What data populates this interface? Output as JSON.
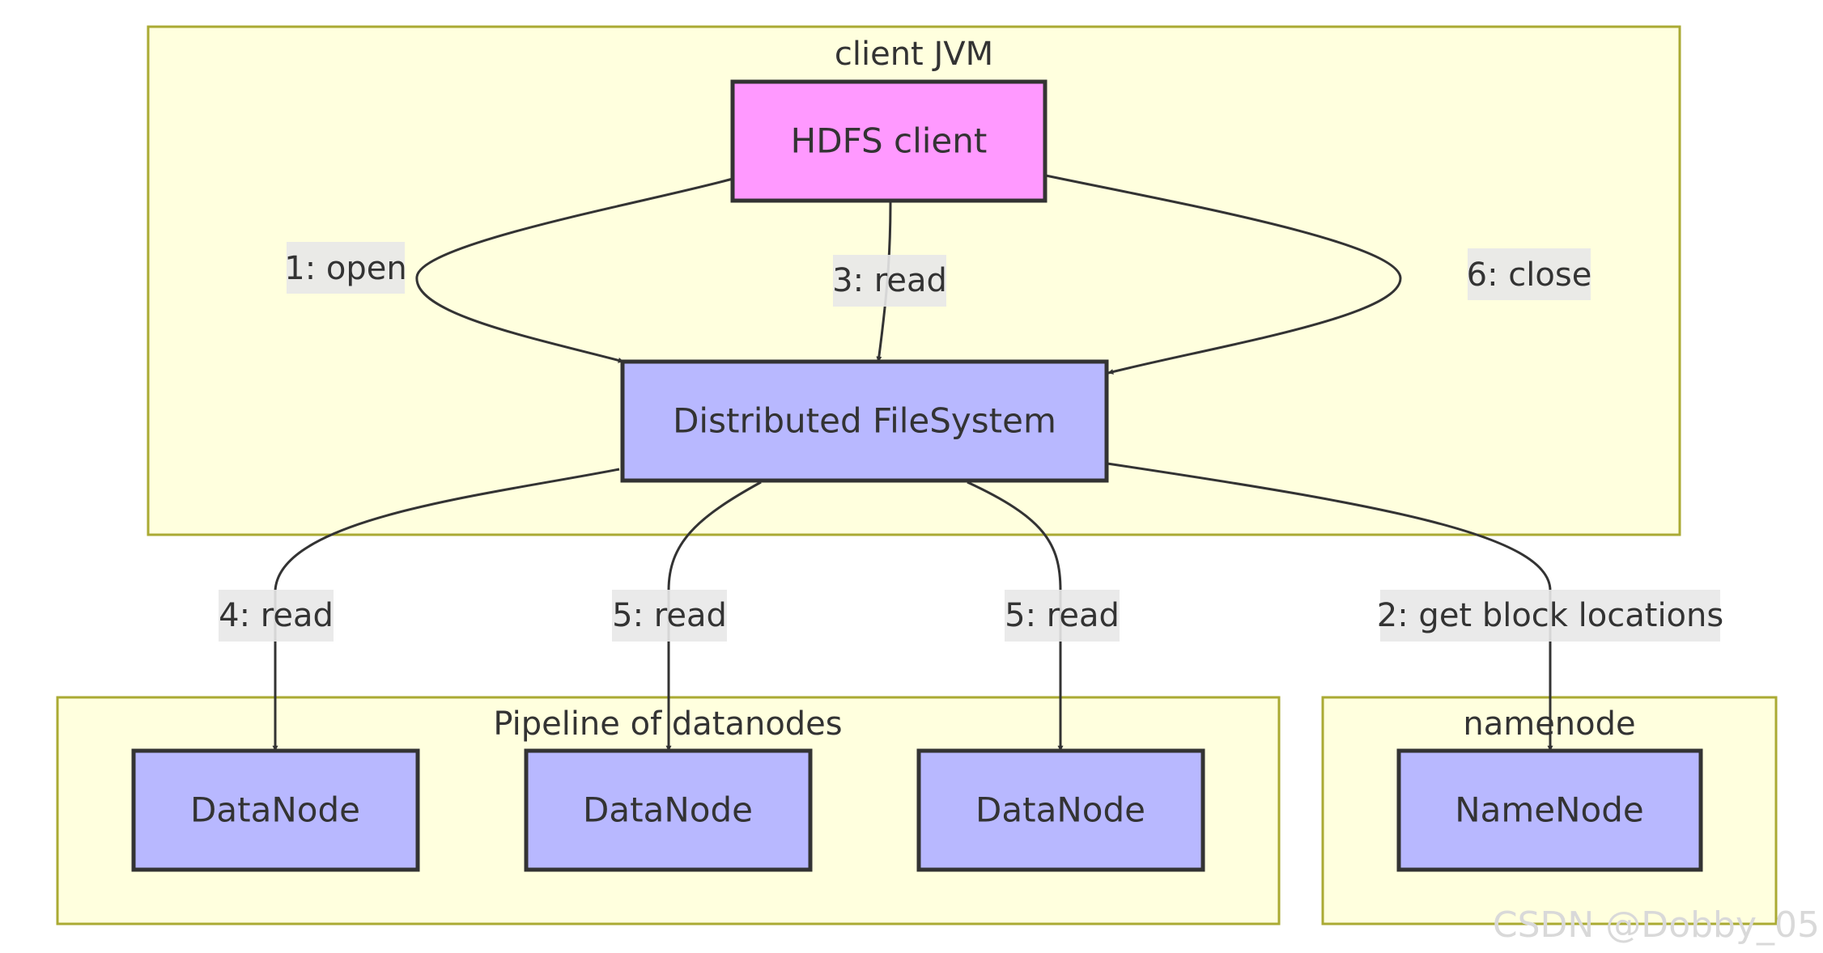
{
  "colors": {
    "cluster_fill": "#ffffde",
    "cluster_stroke": "#aaaa33",
    "node_default": "#b8b8ff",
    "node_client": "#ff99ff",
    "line": "#333333",
    "label_bg": "#e8e8e8"
  },
  "clusters": {
    "client_jvm": "client JVM",
    "pipeline": "Pipeline of datanodes",
    "namenode": "namenode"
  },
  "nodes": {
    "hdfs_client": "HDFS client",
    "dfs": "Distributed FileSystem",
    "datanode_1": "DataNode",
    "datanode_2": "DataNode",
    "datanode_3": "DataNode",
    "namenode": "NameNode"
  },
  "edges": {
    "open": "1: open",
    "get_block_locations": "2: get block locations",
    "read_client": "3: read",
    "read_dn1": "4: read",
    "read_dn2": "5: read",
    "read_dn3": "5: read",
    "close": "6: close"
  },
  "watermark": "CSDN @Dobby_05"
}
